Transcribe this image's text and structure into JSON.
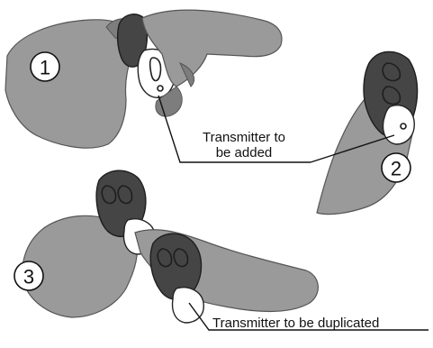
{
  "steps": {
    "one": "1",
    "two": "2",
    "three": "3"
  },
  "labels": {
    "added_line1": "Transmitter to",
    "added_line2": "be added",
    "duplicated": "Transmitter to be duplicated"
  }
}
